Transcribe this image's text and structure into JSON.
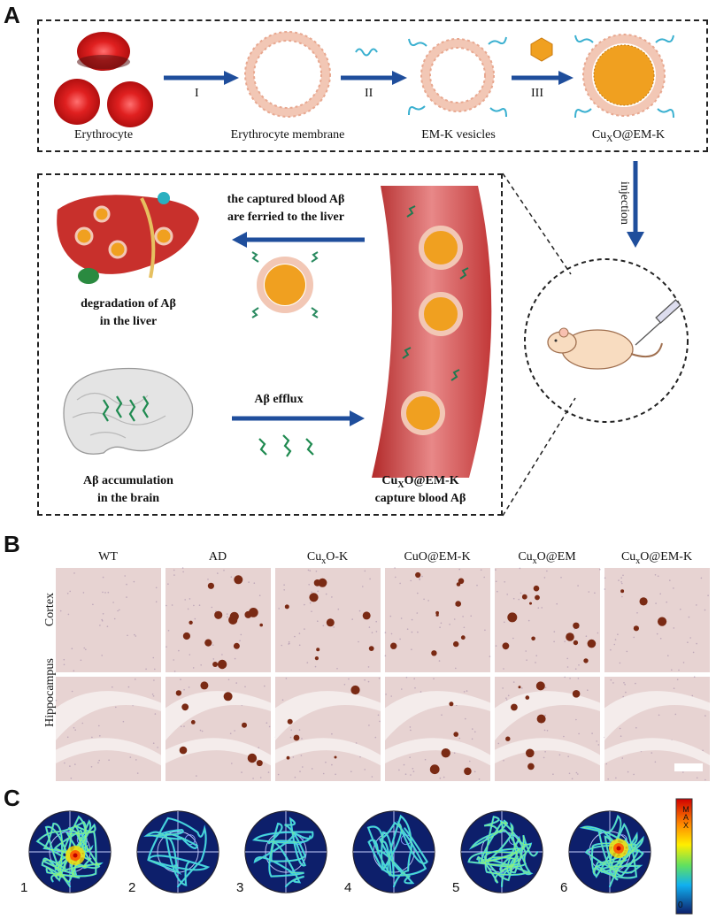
{
  "panel_a": {
    "letter": "A",
    "erythrocyte": "Erythrocyte",
    "membrane": "Erythrocyte membrane",
    "vesicles": "EM-K vesicles",
    "product_main": "Cu",
    "product_sub": "X",
    "product_tail": "O@EM-K",
    "step1": "I",
    "step2": "II",
    "step3": "III",
    "injection": "injection",
    "captured_line1": "the captured blood Aβ",
    "captured_line2": "are ferried to the liver",
    "degradation_line1": "degradation of Aβ",
    "degradation_line2": "in the liver",
    "efflux": "Aβ efflux",
    "accum_line1": "Aβ accumulation",
    "accum_line2": "in the brain",
    "capture_main": "Cu",
    "capture_sub": "X",
    "capture_tail": "O@EM-K",
    "capture_line2": "capture blood Aβ"
  },
  "panel_b": {
    "letter": "B",
    "columns": [
      {
        "main": "WT",
        "sub": "",
        "tail": ""
      },
      {
        "main": "AD",
        "sub": "",
        "tail": ""
      },
      {
        "main": "Cu",
        "sub": "x",
        "tail": "O-K"
      },
      {
        "main": "CuO@EM-K",
        "sub": "",
        "tail": ""
      },
      {
        "main": "Cu",
        "sub": "x",
        "tail": "O@EM"
      },
      {
        "main": "Cu",
        "sub": "x",
        "tail": "O@EM-K"
      }
    ],
    "rows": [
      "Cortex",
      "Hippocampus"
    ]
  },
  "panel_c": {
    "letter": "C",
    "numbers": [
      "1",
      "2",
      "3",
      "4",
      "5",
      "6"
    ],
    "colorbar_max": "MAX",
    "colorbar_min": "0"
  },
  "colors": {
    "arrow_blue": "#1f4e9c",
    "rbc_red": "#d62020",
    "membrane_pink": "#f2c7b5",
    "core_orange": "#f0a020",
    "strand_cyan": "#3ab0d0",
    "tissue_pink": "#e7d3d2",
    "plaque_brown": "#7a2a14",
    "maze_navy": "#0d1f6b"
  }
}
